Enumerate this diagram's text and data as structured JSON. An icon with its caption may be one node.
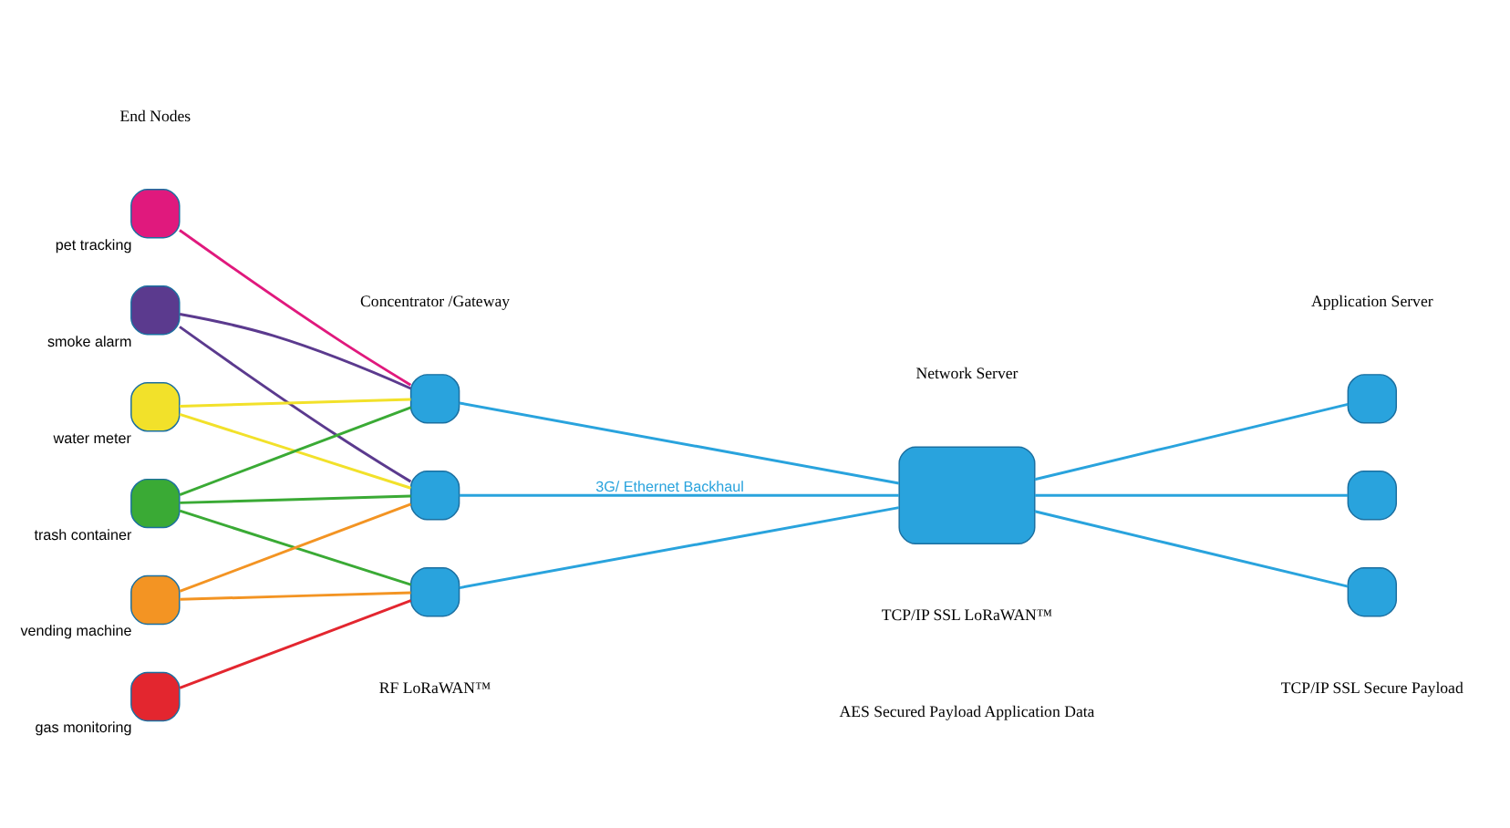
{
  "diagram": {
    "nodes": [
      {
        "text": [],
        "shape": "box",
        "beside": [
          "pet tracking"
        ]
      },
      {
        "text": [],
        "shape": "box",
        "beside": [
          "smoke alarm"
        ]
      },
      {
        "text": [],
        "shape": "box",
        "beside": [
          "water meter"
        ]
      },
      {
        "text": [],
        "shape": "box",
        "beside": [
          "trash container"
        ]
      },
      {
        "text": [],
        "shape": "box",
        "beside": [
          "vending machine"
        ]
      },
      {
        "text": [],
        "shape": "box",
        "beside": [
          "gas monitoring"
        ]
      },
      {
        "text": [],
        "shape": "box"
      },
      {
        "text": [],
        "shape": "box"
      },
      {
        "text": [],
        "shape": "box"
      },
      {
        "text": [],
        "shape": "cloud"
      },
      {
        "text": [],
        "shape": "box"
      },
      {
        "text": [],
        "shape": "box"
      },
      {
        "text": [],
        "shape": "box"
      }
    ],
    "edges": [
      {
        "from": 0,
        "to": 6,
        "arrow": "none",
        "color": "#e0197d"
      },
      {
        "from": 1,
        "to": 6,
        "arrow": "none",
        "color": "#5b3a8e"
      },
      {
        "from": 1,
        "to": 7,
        "arrow": "none",
        "color": "#5b3a8e"
      },
      {
        "from": 2,
        "to": 6,
        "arrow": "none",
        "color": "#f2e12a"
      },
      {
        "from": 2,
        "to": 7,
        "arrow": "none",
        "color": "#f2e12a"
      },
      {
        "from": 3,
        "to": 6,
        "arrow": "none",
        "color": "#3aaa35"
      },
      {
        "from": 3,
        "to": 7,
        "arrow": "none",
        "color": "#3aaa35"
      },
      {
        "from": 3,
        "to": 8,
        "arrow": "none",
        "color": "#3aaa35"
      },
      {
        "from": 4,
        "to": 7,
        "arrow": "none",
        "color": "#f39423"
      },
      {
        "from": 4,
        "to": 8,
        "arrow": "none",
        "color": "#f39423"
      },
      {
        "from": 5,
        "to": 8,
        "arrow": "none",
        "color": "#e3262f"
      },
      {
        "from": 6,
        "to": 9,
        "arrow": "none"
      },
      {
        "from": 7,
        "to": 9,
        "arrow": "none",
        "label": "3G/ Ethernet Backhaul"
      },
      {
        "from": 8,
        "to": 9,
        "arrow": "none"
      },
      {
        "from": 9,
        "to": 10,
        "arrow": "none"
      },
      {
        "from": 9,
        "to": 11,
        "arrow": "none"
      },
      {
        "from": 9,
        "to": 12,
        "arrow": "none"
      }
    ],
    "labels": [
      "End Nodes",
      "Concentrator /Gateway",
      "Network Server",
      "Application Server",
      "RF LoRaWAN™",
      "TCP/IP SSL LoRaWAN™",
      "TCP/IP SSL Secure Payload",
      "AES Secured Payload Application Data"
    ]
  }
}
